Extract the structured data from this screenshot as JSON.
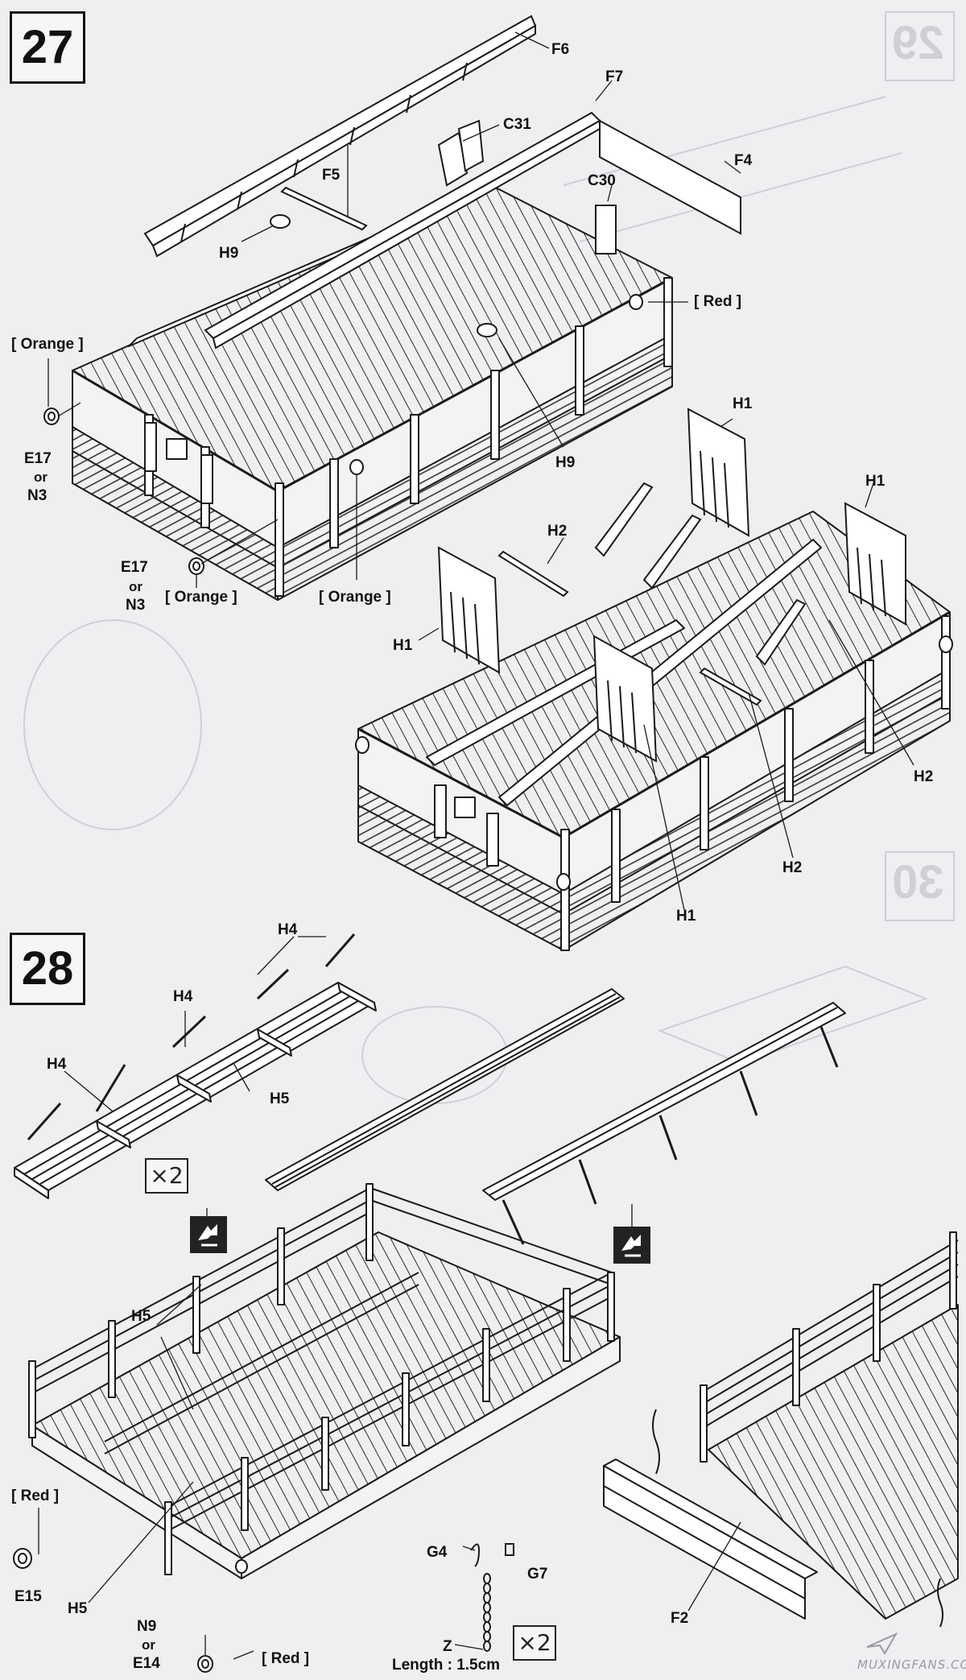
{
  "steps": {
    "s27": "27",
    "s28": "28"
  },
  "ghost_steps": {
    "g29": "29",
    "g30": "30"
  },
  "step27": {
    "f6": "F6",
    "f7": "F7",
    "c31": "C31",
    "f5": "F5",
    "f4": "F4",
    "c30": "C30",
    "h9_left": "H9",
    "h9_right": "H9",
    "red": "[ Red ]",
    "orange_left": "[ Orange ]",
    "e17_left": "E17",
    "or_left": "or",
    "n3_left": "N3",
    "e17_bottom": "E17",
    "or_bottom": "or",
    "n3_bottom": "N3",
    "orange_bottom": "[ Orange ]",
    "orange_center": "[ Orange ]",
    "h1_top": "H1",
    "h1_right": "H1",
    "h2_top": "H2",
    "h1_left": "H1",
    "h2_right": "H2",
    "h2_bottom": "H2",
    "h1_bottom": "H1"
  },
  "step28": {
    "h4_a": "H4",
    "h4_b": "H4",
    "h4_c": "H4",
    "h5_top": "H5",
    "times2": "×2",
    "h5_mid": "H5",
    "red_left": "[ Red ]",
    "e15": "E15",
    "h5_bottom": "H5",
    "n9": "N9",
    "or": "or",
    "e14": "E14",
    "red_bottom": "[ Red ]",
    "g4": "G4",
    "g7": "G7",
    "z": "Z",
    "length": "Length : 1.5cm",
    "times2_chain": "×2",
    "f2": "F2"
  },
  "watermark": "MUXINGFANS.COM",
  "colors": {
    "ink": "#1a1a1a",
    "paper": "#efeff2",
    "ghost": "#c9c9d0"
  }
}
